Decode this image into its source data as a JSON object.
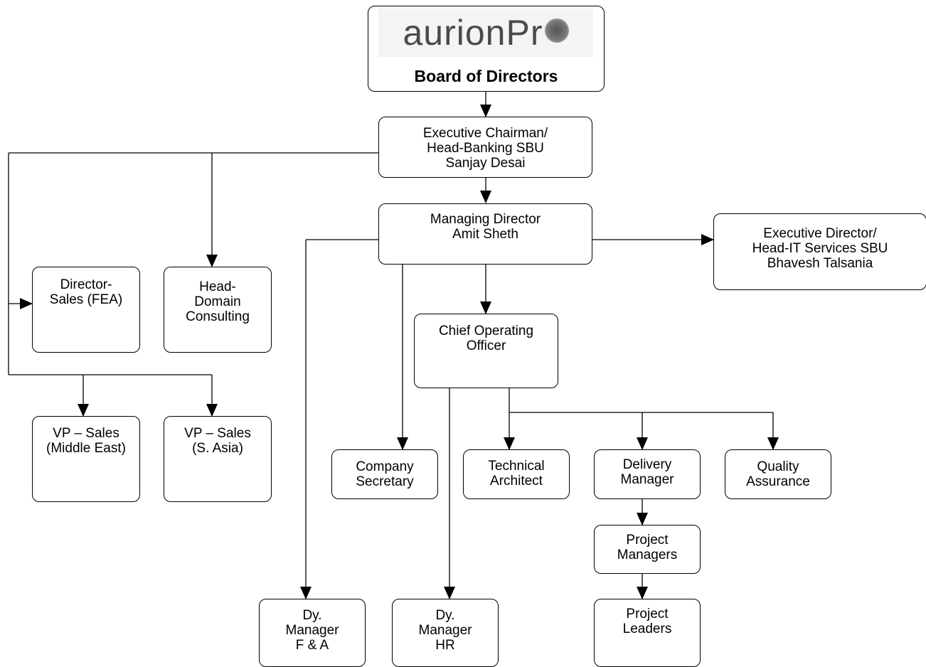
{
  "logo": {
    "text": "aurionPr"
  },
  "board": {
    "title": "Board of Directors"
  },
  "nodes": {
    "chairman": [
      "Executive Chairman/",
      "Head-Banking SBU",
      "Sanjay Desai"
    ],
    "md": [
      "Managing Director",
      "Amit Sheth"
    ],
    "exec_director": [
      "Executive Director/",
      "Head-IT Services SBU",
      "Bhavesh Talsania"
    ],
    "director_sales": [
      "Director-",
      "Sales (FEA)"
    ],
    "head_domain": [
      "Head-",
      "Domain",
      "Consulting"
    ],
    "coo": [
      "Chief Operating",
      "Officer"
    ],
    "vp_me": [
      "VP – Sales",
      "(Middle East)"
    ],
    "vp_asia": [
      "VP – Sales",
      "(S. Asia)"
    ],
    "company_secretary": [
      "Company",
      "Secretary"
    ],
    "technical_architect": [
      "Technical",
      "Architect"
    ],
    "delivery_manager": [
      "Delivery",
      "Manager"
    ],
    "quality_assurance": [
      "Quality",
      "Assurance"
    ],
    "project_managers": [
      "Project",
      "Managers"
    ],
    "project_leaders": [
      "Project",
      "Leaders"
    ],
    "dy_fa": [
      "Dy.",
      "Manager",
      "F & A"
    ],
    "dy_hr": [
      "Dy.",
      "Manager",
      "HR"
    ]
  }
}
